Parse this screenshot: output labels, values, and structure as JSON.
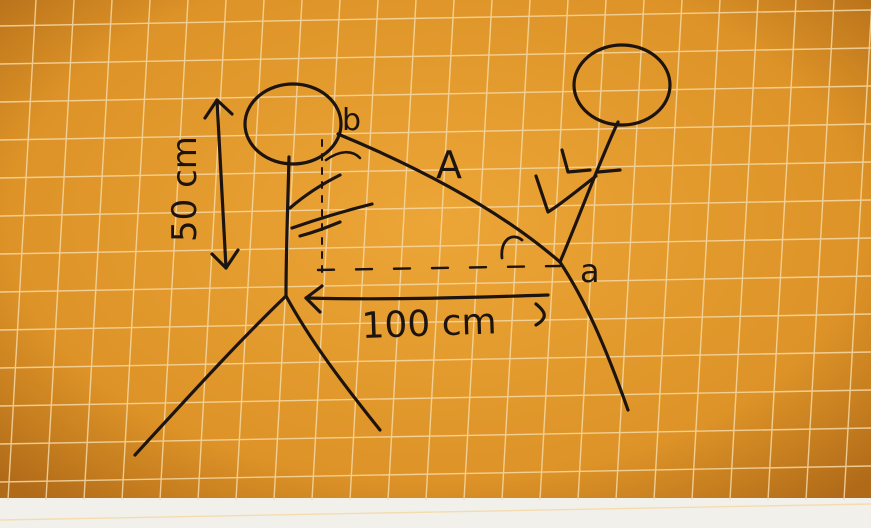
{
  "labels": {
    "vertical_measure": "50 cm",
    "horizontal_measure": "100 cm",
    "slope_label": "A",
    "top_point": "b",
    "bottom_point": "a"
  },
  "colors": {
    "paper": "#e39a2a",
    "paper_dark": "#b8731d",
    "grid": "#f6d9a6",
    "ink": "#1d1410"
  }
}
